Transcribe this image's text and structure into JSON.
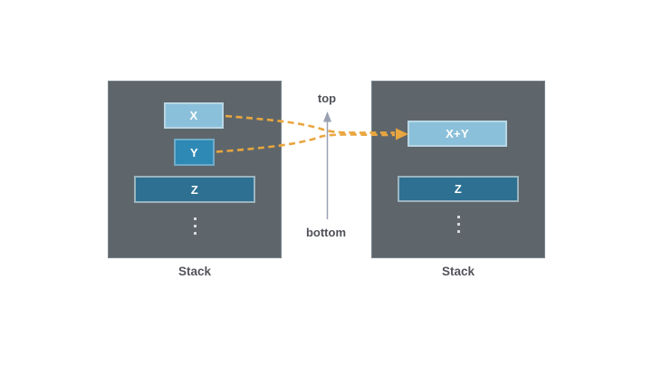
{
  "axis": {
    "top_label": "top",
    "bottom_label": "bottom",
    "direction": "bottom-to-top",
    "color": "#9aa0b2"
  },
  "left_stack": {
    "caption": "Stack",
    "items": [
      {
        "label": "X",
        "color": "#8bc0da"
      },
      {
        "label": "Y",
        "color": "#2e89b4"
      },
      {
        "label": "Z",
        "color": "#2e7092"
      }
    ],
    "ellipsis_icon": "vertical-ellipsis"
  },
  "right_stack": {
    "caption": "Stack",
    "items": [
      {
        "label": "X+Y",
        "color": "#8bc0da"
      },
      {
        "label": "Z",
        "color": "#2e7092"
      }
    ],
    "ellipsis_icon": "vertical-ellipsis"
  },
  "merge_arrow": {
    "from": [
      "X",
      "Y"
    ],
    "to": "X+Y",
    "style": "dashed",
    "color": "#e9a63f"
  },
  "colors": {
    "stack_background": "#5e666b",
    "item_light_blue": "#8bc0da",
    "item_medium_blue": "#2e89b4",
    "item_dark_blue": "#2e7092",
    "arrow_orange": "#e9a63f",
    "axis_gray": "#9aa0b2",
    "label_text": "#53555b",
    "page_background": "#ffffff"
  }
}
